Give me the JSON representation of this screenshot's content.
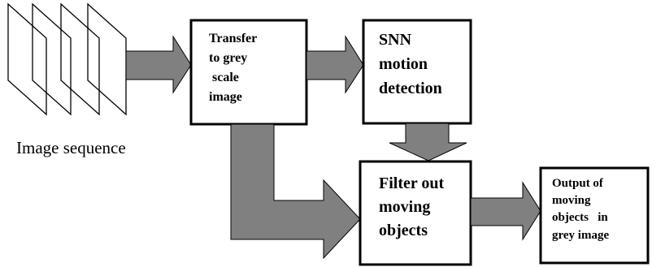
{
  "input_label": "Image sequence",
  "boxes": {
    "transfer": [
      "Transfer",
      "to grey",
      " scale",
      "image"
    ],
    "snn": [
      "SNN",
      "motion",
      "detection"
    ],
    "filter": [
      "Filter out",
      "moving",
      "objects"
    ],
    "output": [
      "Output of",
      "moving",
      "objects   in",
      "grey image"
    ]
  },
  "colors": {
    "arrow_fill": "#808080",
    "stroke": "#000000",
    "background": "#ffffff"
  }
}
